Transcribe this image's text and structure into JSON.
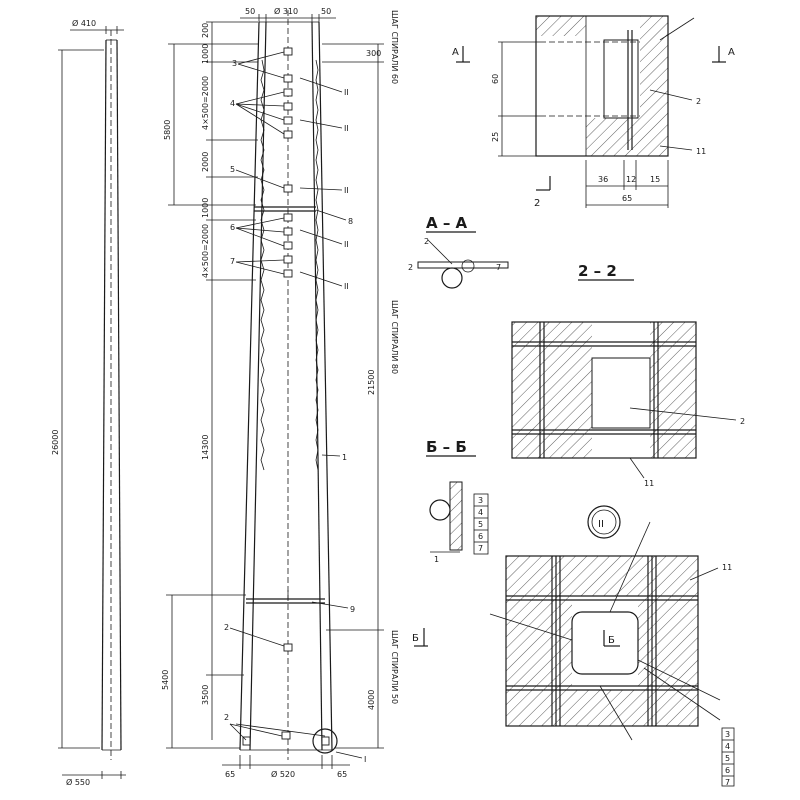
{
  "pole_elevation": {
    "top_diameter": "Ø 410",
    "bottom_diameter": "Ø 550",
    "total_length": "26000"
  },
  "reinforcement_elevation": {
    "top_dims": [
      "50",
      "Ø 310",
      "50"
    ],
    "bottom_dims": [
      "65",
      "Ø 520",
      "65"
    ],
    "spiral_labels": [
      "ШАГ СПИРАЛИ 60",
      "ШАГ СПИРАЛИ 80",
      "ШАГ СПИРАЛИ 50"
    ],
    "left_dims": [
      "200",
      "1000",
      "4×500=2000",
      "5800",
      "2000",
      "1000",
      "4×500=2000",
      "14300",
      "5400",
      "3500"
    ],
    "right_dims": [
      "300",
      "21500",
      "4000"
    ],
    "callouts": [
      "3",
      "4",
      "5",
      "6",
      "7",
      "8",
      "9",
      "1",
      "2",
      "2"
    ],
    "roman_marks": [
      "II",
      "II",
      "II",
      "II",
      "II",
      "I"
    ]
  },
  "detail_1": {
    "section_marks": [
      "А",
      "А",
      "2"
    ],
    "dims_left": [
      "60",
      "25"
    ],
    "dims_bottom": [
      "36",
      "12",
      "15",
      "65"
    ],
    "callouts": [
      "2",
      "11"
    ]
  },
  "section_aa": {
    "title": "А – А",
    "callout": "2",
    "dims": [
      "2",
      "7"
    ]
  },
  "section_22": {
    "title": "2 – 2",
    "callouts": [
      "2",
      "11"
    ]
  },
  "section_bb": {
    "title": "Б – Б",
    "callouts": [
      "3",
      "4",
      "5",
      "6",
      "7"
    ],
    "dim": "1",
    "section_mark": "Б"
  },
  "detail_2": {
    "title": "II",
    "callouts": [
      "11",
      "3",
      "4",
      "5",
      "6",
      "7"
    ],
    "section_mark": "Б"
  }
}
